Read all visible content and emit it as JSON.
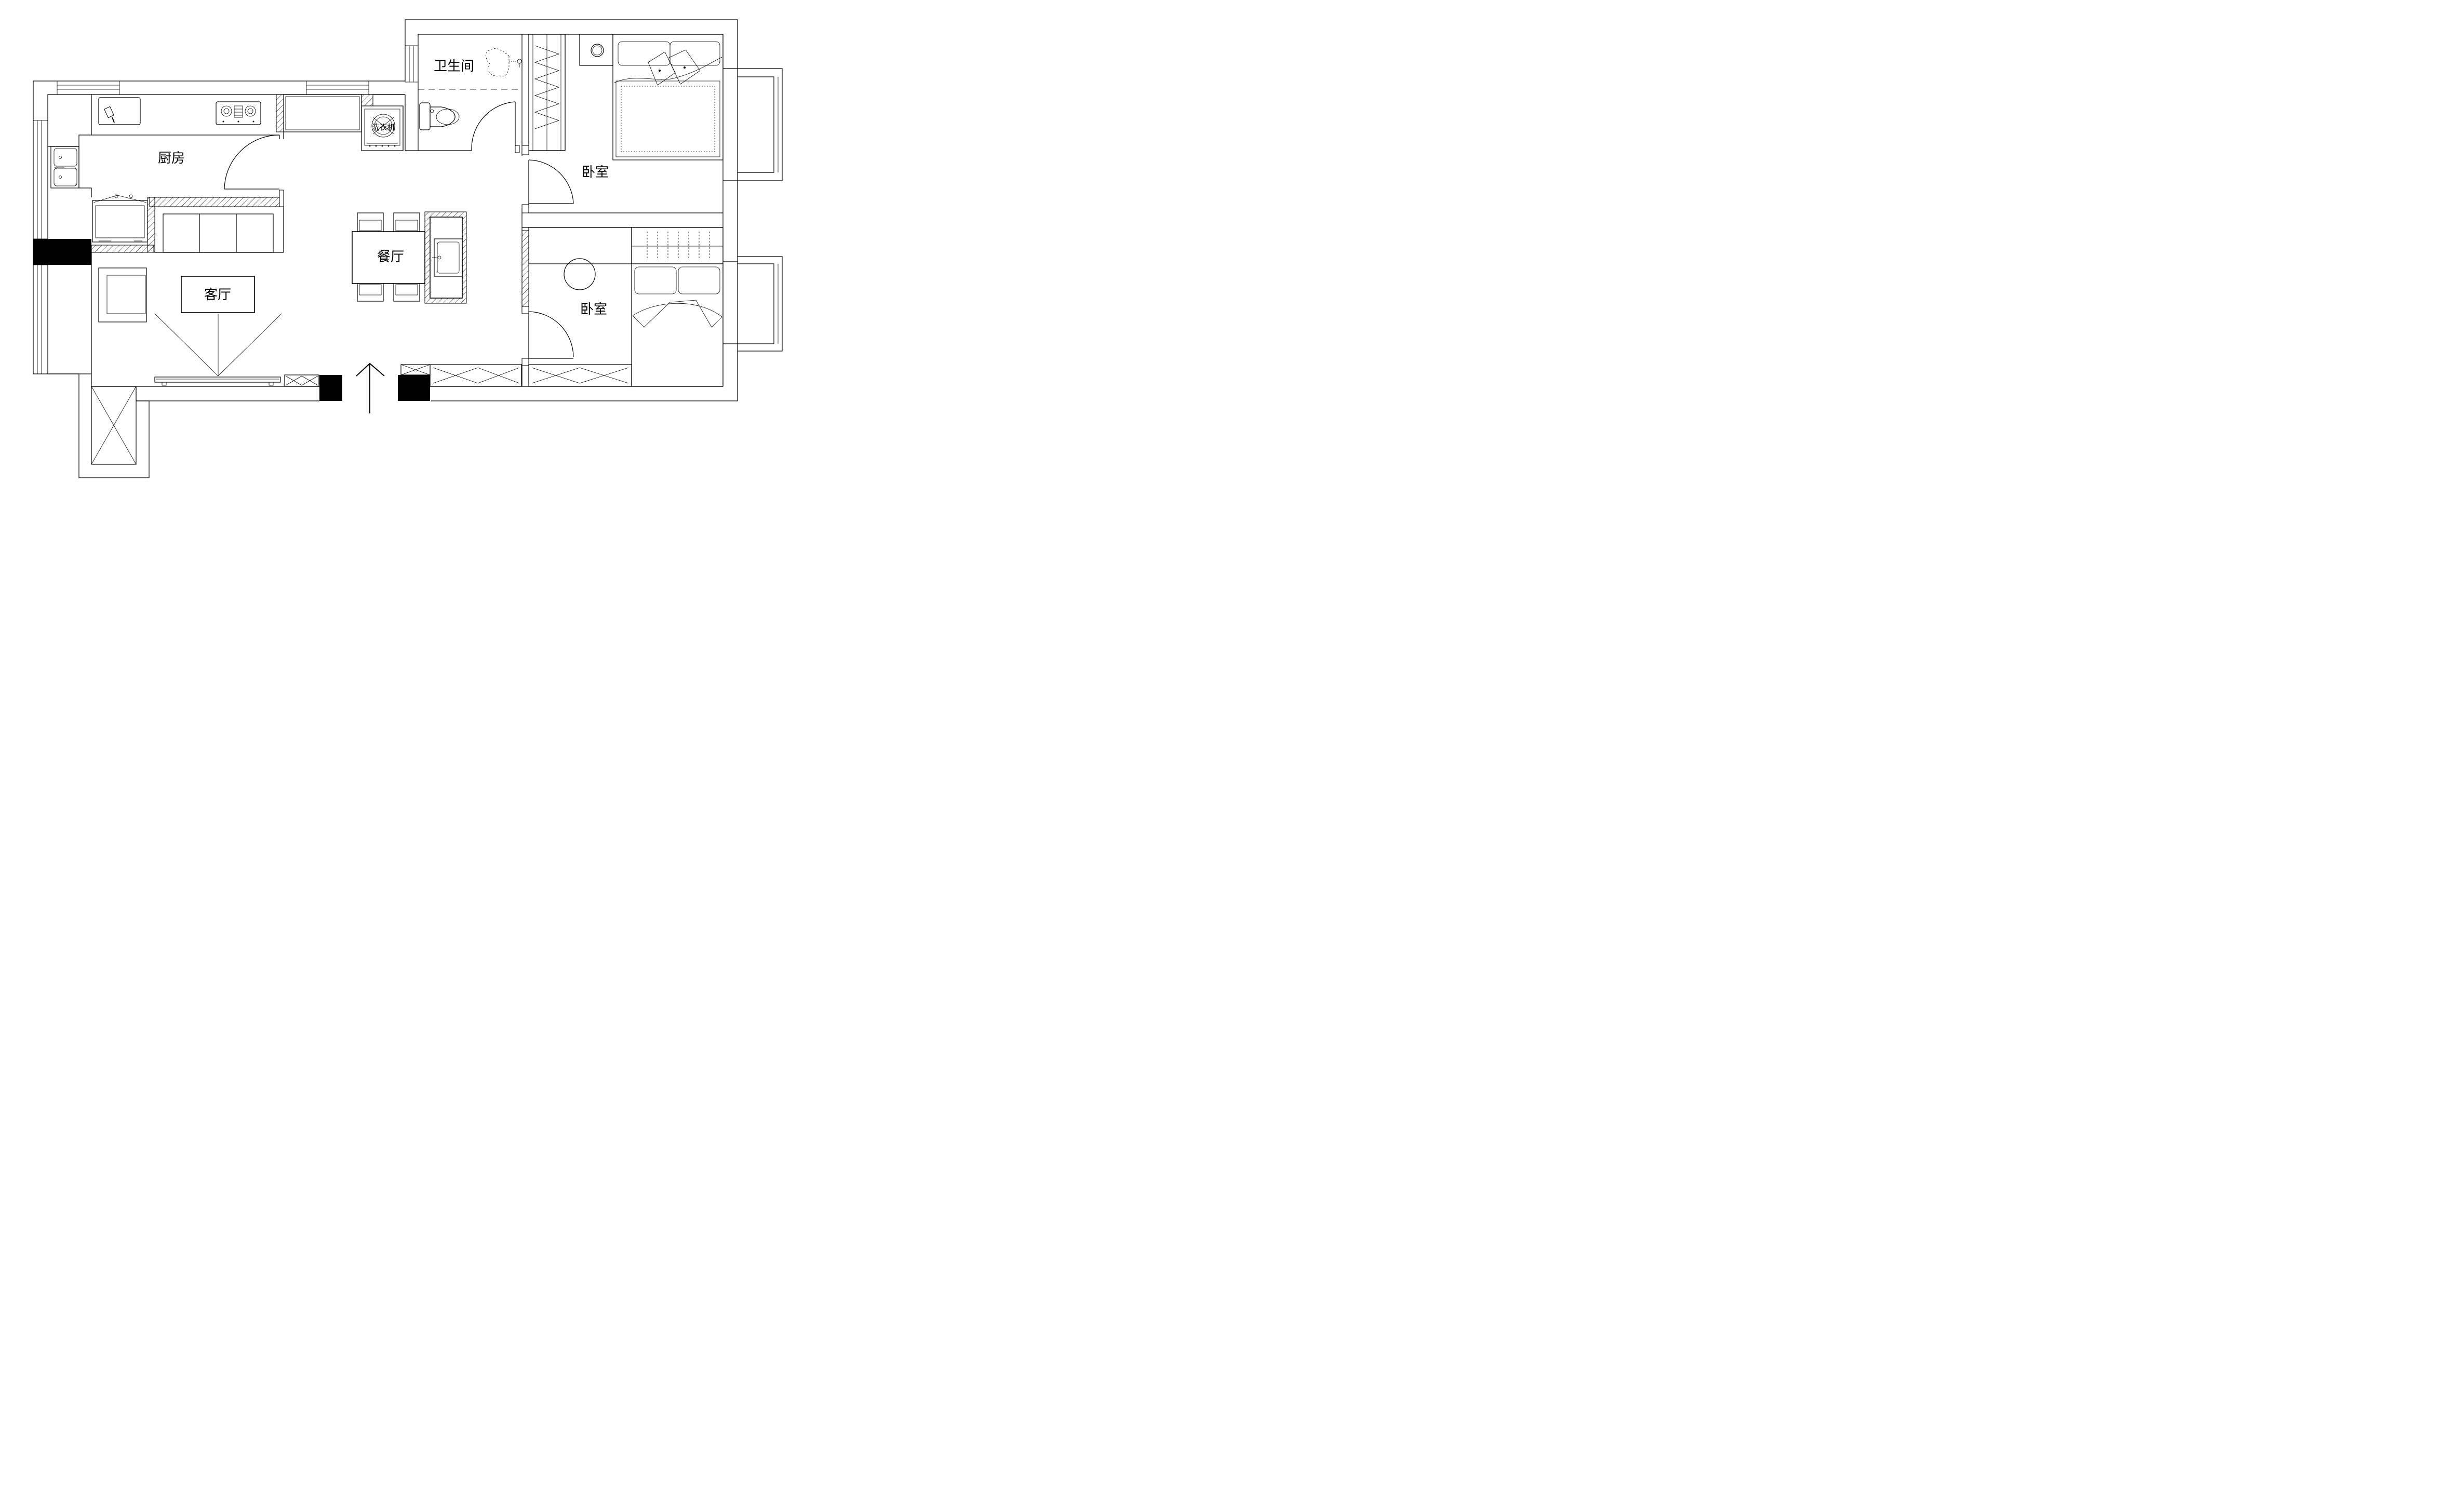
{
  "rooms": {
    "kitchen": "厨房",
    "bathroom": "卫生间",
    "bedroom_main": "卧室",
    "bedroom_second": "卧室",
    "dining": "餐厅",
    "living": "客厅"
  },
  "appliance_label": "洗衣机",
  "colors": {
    "line": "#000000",
    "background": "#ffffff",
    "solid_wall": "#000000"
  }
}
